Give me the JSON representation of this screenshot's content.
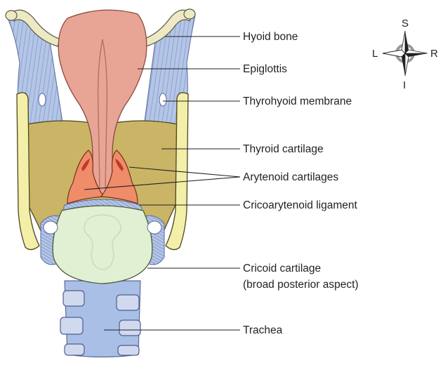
{
  "labels": {
    "hyoid_bone": "Hyoid bone",
    "epiglottis": "Epiglottis",
    "thyrohyoid_membrane": "Thyrohyoid membrane",
    "thyroid_cartilage": "Thyroid cartilage",
    "arytenoid_cartilages": "Arytenoid cartilages",
    "cricoarytenoid_ligament": "Cricoarytenoid ligament",
    "cricoid_cartilage": "Cricoid cartilage",
    "cricoid_cartilage_note": "(broad posterior aspect)",
    "trachea": "Trachea"
  },
  "compass": {
    "superior": "S",
    "inferior": "I",
    "left": "L",
    "right": "R"
  },
  "colors": {
    "membrane": "#b4c6e6",
    "membrane_lines": "#7d8fc4",
    "hyoid": "#ede9c3",
    "epiglottis": "#e8a596",
    "thyroid": "#c9b565",
    "thyroid_horn": "#f3efa8",
    "arytenoid": "#ef8c6a",
    "cricoid": "#e1f0d2",
    "trachea": "#a9bfe6",
    "trachea_ring": "#d0d9ee"
  }
}
